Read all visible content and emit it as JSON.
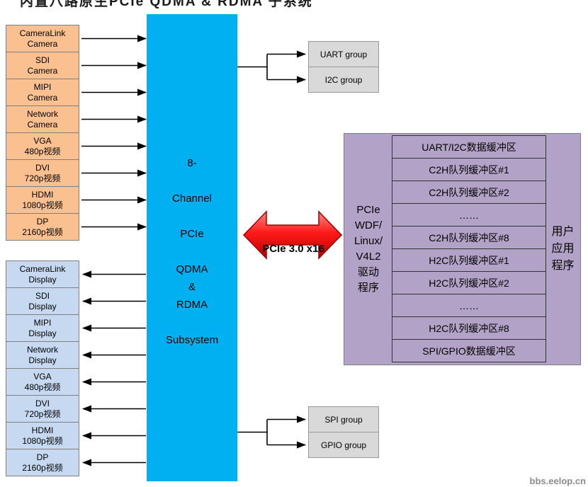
{
  "title_clipped": "内置八路原生PCIe QDMA & RDMA 子系统",
  "colors": {
    "source_box_fill": "#FAC090",
    "display_box_fill": "#C6D9F1",
    "subsystem_fill": "#00B0F0",
    "group_box_fill": "#D9D9D9",
    "driver_box_fill": "#B3A2C7",
    "pcie_arrow_fill": "#FF0000"
  },
  "sources": [
    "CameraLink\nCamera",
    "SDI\nCamera",
    "MIPI\nCamera",
    "Network\nCamera",
    "VGA\n480p视频",
    "DVI\n720p视频",
    "HDMI\n1080p视频",
    "DP\n2160p视频"
  ],
  "displays": [
    "CameraLink\nDisplay",
    "SDI\nDisplay",
    "MIPI\nDisplay",
    "Network\nDisplay",
    "VGA\n480p视频",
    "DVI\n720p视频",
    "HDMI\n1080p视频",
    "DP\n2160p视频"
  ],
  "subsystem_label": "8-\n\nChannel\n\nPCIe\n\nQDMA\n&\nRDMA\n\nSubsystem",
  "top_groups": [
    "UART group",
    "I2C group"
  ],
  "bottom_groups": [
    "SPI group",
    "GPIO group"
  ],
  "pcie_link_label": "PCIe 3.0 x16",
  "driver_stack": {
    "driver_label": "PCIe\nWDF/\nLinux/\nV4L2\n驱动\n程序",
    "buffers": [
      "UART/I2C数据缓冲区",
      "C2H队列缓冲区#1",
      "C2H队列缓冲区#2",
      "……",
      "C2H队列缓冲区#8",
      "H2C队列缓冲区#1",
      "H2C队列缓冲区#2",
      "……",
      "H2C队列缓冲区#8",
      "SPI/GPIO数据缓冲区"
    ],
    "user_label": "用户\n应用\n程序"
  },
  "watermark": "bbs.eelop.cn"
}
